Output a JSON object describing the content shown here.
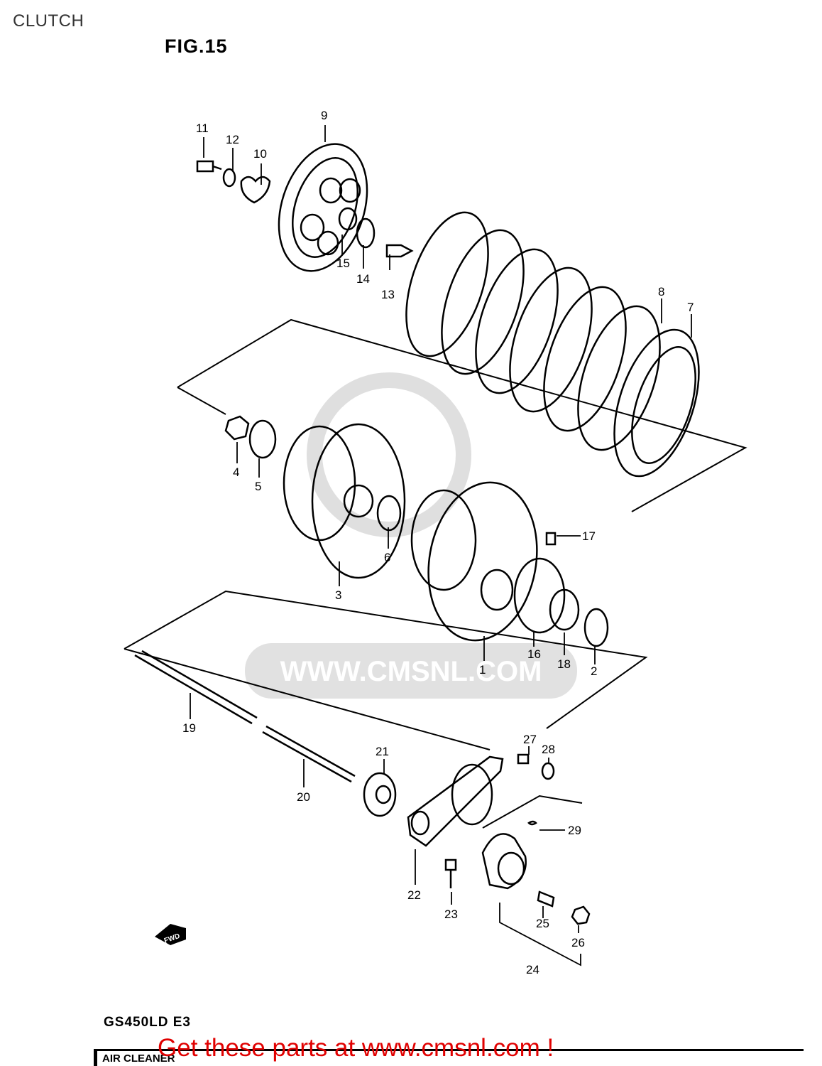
{
  "header": {
    "title": "CLUTCH"
  },
  "figure": {
    "label": "FIG.15",
    "watermark": "WWW.CMSNL.COM"
  },
  "callouts": [
    "1",
    "2",
    "3",
    "4",
    "5",
    "6",
    "7",
    "8",
    "9",
    "10",
    "11",
    "12",
    "13",
    "14",
    "15",
    "16",
    "17",
    "18",
    "19",
    "20",
    "21",
    "22",
    "23",
    "24",
    "25",
    "26",
    "27",
    "28",
    "29"
  ],
  "direction_badge": "FWD",
  "model": "GS450LD E3",
  "footer": {
    "left_text": "AIR CLEANER",
    "promo": "Get these parts at www.cmsnl.com !"
  },
  "colors": {
    "promo": "#e00000",
    "ink": "#000000",
    "watermark": "#d9d9d9"
  }
}
